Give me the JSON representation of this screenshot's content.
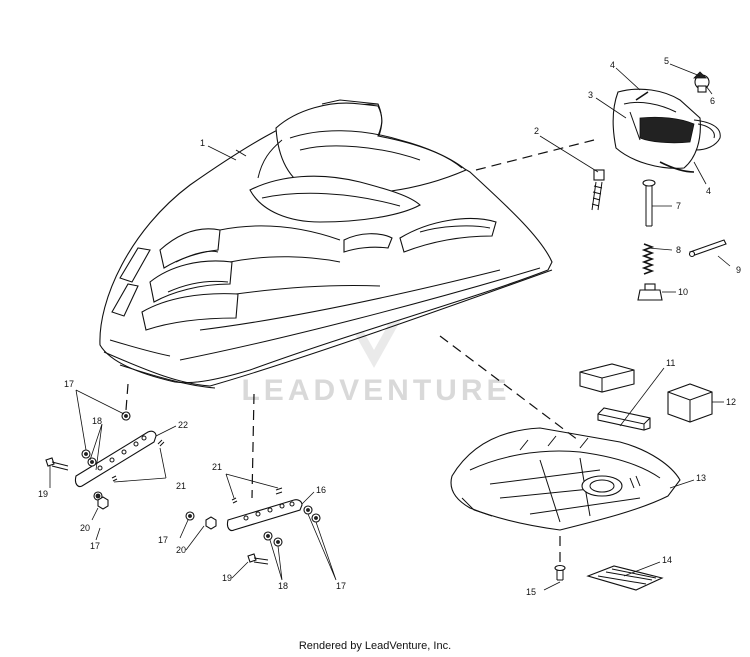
{
  "diagram": {
    "watermark": {
      "text": "LEADVENTURE"
    },
    "callouts": {
      "c1": "1",
      "c2": "2",
      "c3": "3",
      "c4a": "4",
      "c4b": "4",
      "c5": "5",
      "c6": "6",
      "c7": "7",
      "c8": "8",
      "c9": "9",
      "c10": "10",
      "c11": "11",
      "c12": "12",
      "c13": "13",
      "c14": "14",
      "c15": "15",
      "c16": "16",
      "c17a": "17",
      "c17b": "17",
      "c17c": "17",
      "c17d": "17",
      "c18a": "18",
      "c18b": "18",
      "c19a": "19",
      "c19b": "19",
      "c20a": "20",
      "c20b": "20",
      "c21a": "21",
      "c21b": "21",
      "c22": "22"
    }
  },
  "footer": {
    "credit": "Rendered by LeadVenture, Inc."
  }
}
